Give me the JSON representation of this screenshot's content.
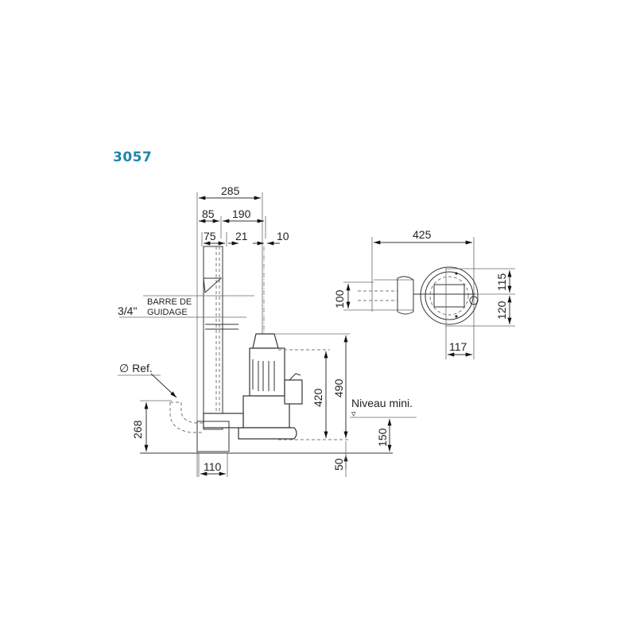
{
  "title": "3057",
  "colors": {
    "title": "#1e86a8",
    "lines": "#333333"
  },
  "side_view": {
    "dimensions": {
      "overall_width": "285",
      "left_offset": "85",
      "right_offset": "190",
      "rail_width": "75",
      "center_offset": "21",
      "small_offset": "10",
      "outlet_height": "268",
      "base_width": "110",
      "pump_height": "420",
      "total_height": "490",
      "min_level": "150",
      "base_clearance": "50"
    },
    "labels": {
      "guide_size": "3/4\"",
      "guide_line1": "BARRE DE",
      "guide_line2": "GUIDAGE",
      "ref": "∅ Ref.",
      "min_level": "Niveau mini."
    }
  },
  "top_view": {
    "dimensions": {
      "overall_length": "425",
      "outlet_width": "100",
      "upper_radius": "115",
      "lower_radius": "120",
      "center_to_edge": "117"
    }
  }
}
